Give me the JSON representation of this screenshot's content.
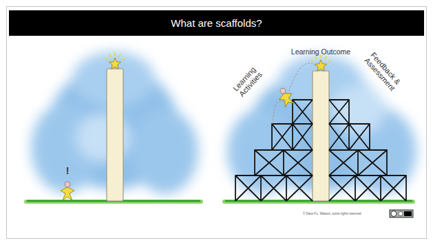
{
  "diagram": {
    "title": "What are scaffolds?",
    "labels": [
      "!",
      "Learning Outcome",
      "Learning Activities",
      "Feedback & Assessment",
      "© Dave F.L. Watson, some rights reserved"
    ]
  }
}
